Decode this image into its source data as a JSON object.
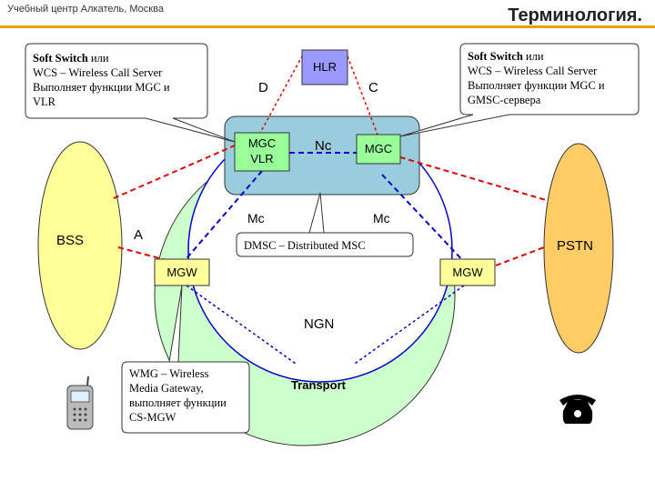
{
  "header": {
    "left_text": "Учебный центр Алкатель, Москва",
    "title": "Терминология."
  },
  "callouts": {
    "left": {
      "bold": "Soft Switch",
      "line1_rest": " или",
      "line2": "WCS – Wireless Call Server",
      "line3": "Выполняет функции MGC и",
      "line4": "VLR"
    },
    "right": {
      "bold": "Soft Switch",
      "line1_rest": " или",
      "line2": "WCS – Wireless Call Server",
      "line3": "Выполняет функции MGC и",
      "line4": "GMSC-сервера"
    },
    "dmsc": "DMSC – Distributed MSC",
    "wmg": {
      "line1": "WMG – Wireless",
      "line2": "Media Gateway,",
      "line3": "выполняет функции",
      "line4": "CS-MGW"
    }
  },
  "nodes": {
    "hlr": "HLR",
    "mgc_vlr_1": "MGC",
    "mgc_vlr_2": "VLR",
    "mgc_right": "MGC",
    "bss": "BSS",
    "pstn": "PSTN",
    "mgw_left": "MGW",
    "mgw_right": "MGW",
    "ngn": "NGN",
    "transport": "Transport"
  },
  "interfaces": {
    "d": "D",
    "c": "C",
    "nc": "Nc",
    "mc_left": "Mc",
    "mc_right": "Mc",
    "a": "A"
  },
  "icons": [
    "mobile-phone-icon",
    "telephone-icon"
  ],
  "colors": {
    "accent": "#e6a200",
    "ellipse_yellow": "#ffff99",
    "ellipse_orange": "#ffcc66",
    "green_circle": "#ccffcc",
    "blue_circle": "#ffffff",
    "mgc_box": "#99ccdd",
    "node_green": "#99ff99",
    "hlr_purple": "#9999ff",
    "red_dash": "#dd0000",
    "blue_dash": "#0000cc"
  }
}
